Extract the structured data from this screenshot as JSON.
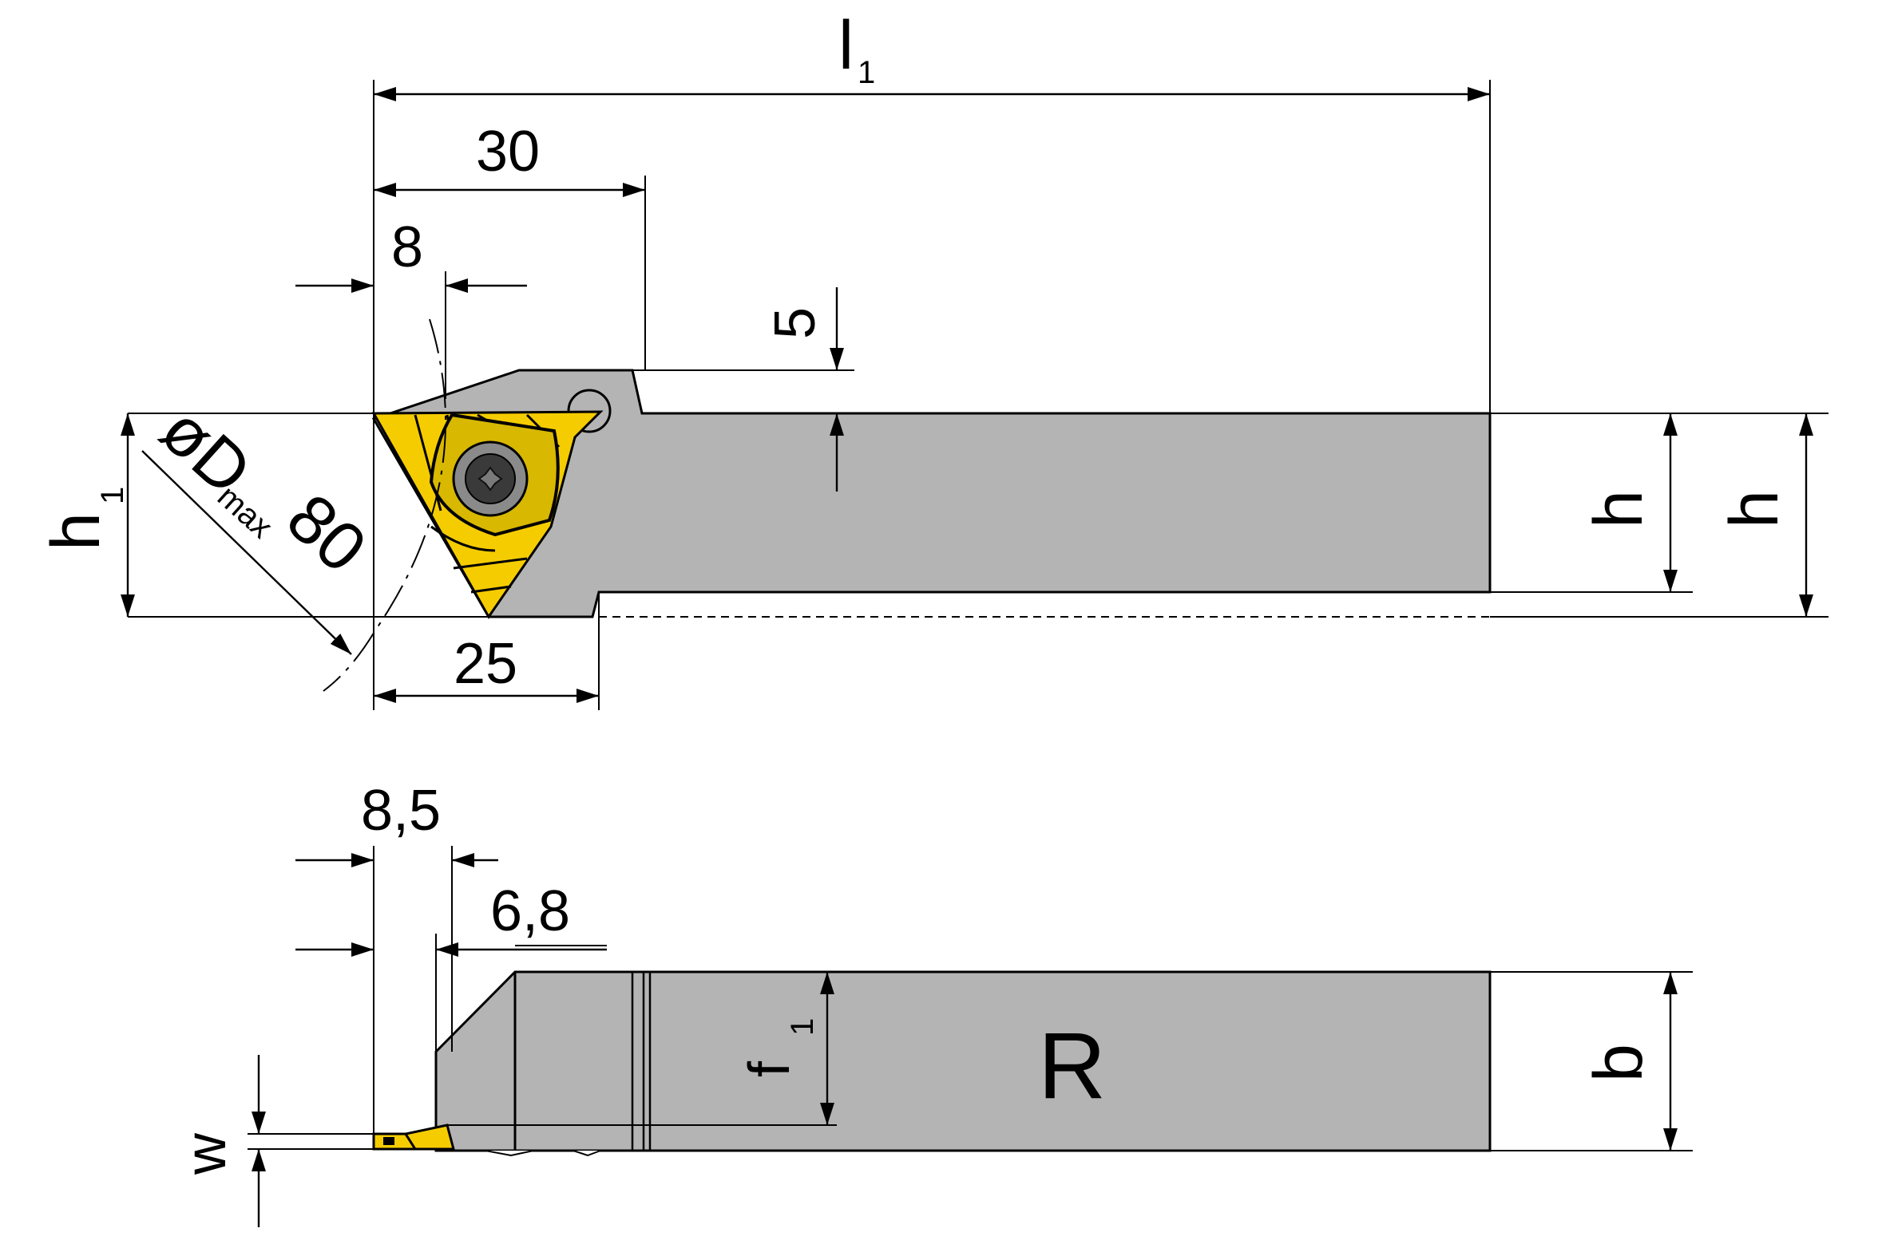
{
  "labels": {
    "l1_main": "l",
    "l1_sub": "1",
    "dim_30": "30",
    "dim_8": "8",
    "dim_5": "5",
    "dim_25": "25",
    "h1_main": "h",
    "h1_sub": "1",
    "diameter_main": "øD",
    "diameter_sub": "max",
    "diameter_value": "80",
    "h_inner": "h",
    "h_outer": "h",
    "dim_8_5": "8,5",
    "dim_6_8": "6,8",
    "f1_main": "f",
    "f1_sub": "1",
    "w": "w",
    "b": "b",
    "hand": "R"
  },
  "colors": {
    "body": "#b4b4b4",
    "insert": "#f5cc00",
    "line": "#000000"
  }
}
